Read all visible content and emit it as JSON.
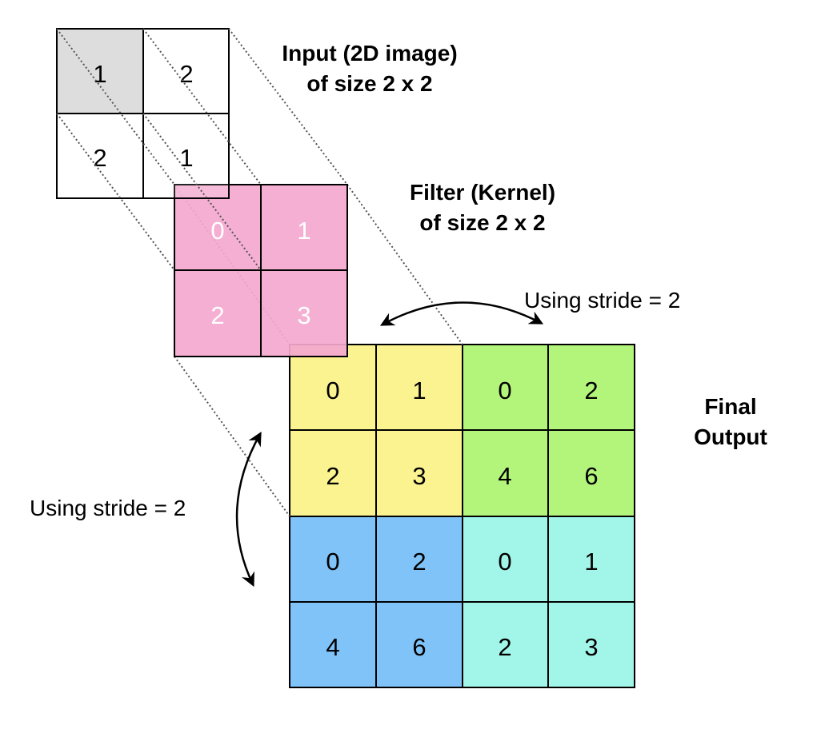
{
  "input": {
    "title_line1": "Input (2D image)",
    "title_line2": "of size 2 x 2",
    "cells": [
      "1",
      "2",
      "2",
      "1"
    ],
    "highlight_color": "#dddddd"
  },
  "filter": {
    "title_line1": "Filter (Kernel)",
    "title_line2": "of size 2 x 2",
    "cells": [
      "0",
      "1",
      "2",
      "3"
    ],
    "color": "#f4a8cf"
  },
  "output": {
    "title_line1": "Final",
    "title_line2": "Output",
    "rows": [
      [
        "0",
        "1",
        "0",
        "2"
      ],
      [
        "2",
        "3",
        "4",
        "6"
      ],
      [
        "0",
        "2",
        "0",
        "1"
      ],
      [
        "4",
        "6",
        "2",
        "3"
      ]
    ],
    "quadrant_colors": {
      "top_left": "#fbf38f",
      "top_right": "#b3f57a",
      "bottom_left": "#7fc3f8",
      "bottom_right": "#a2f6e9"
    }
  },
  "stride_horizontal": "Using stride = 2",
  "stride_vertical": "Using stride = 2"
}
